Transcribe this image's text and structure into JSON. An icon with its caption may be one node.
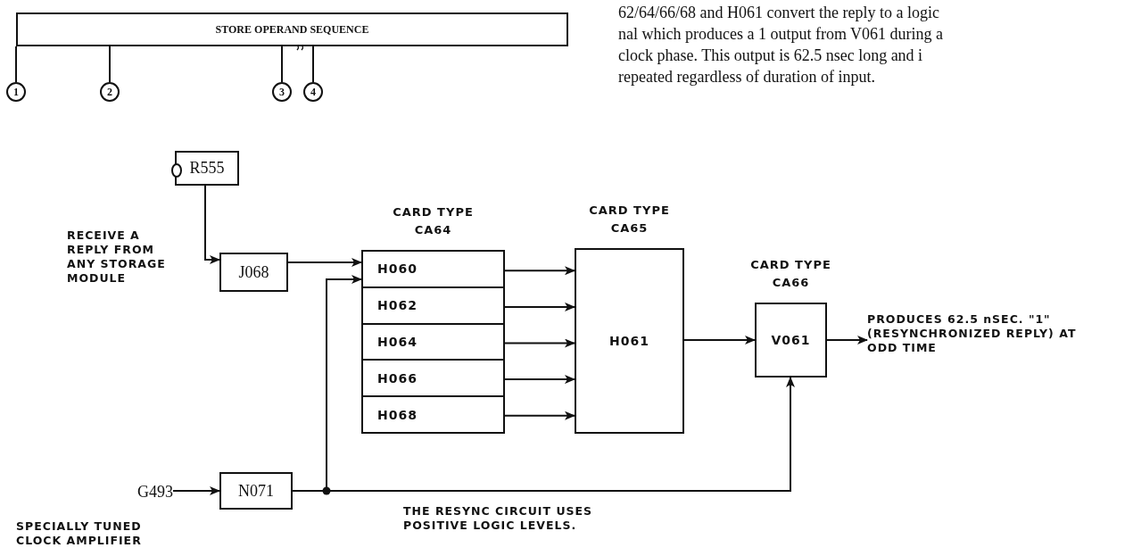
{
  "diagram": {
    "nodes": [
      {
        "text": [
          "STORE OPERAND SEQUENCE"
        ]
      },
      {
        "text": [
          "1"
        ]
      },
      {
        "text": [
          "2"
        ]
      },
      {
        "text": [
          "3"
        ]
      },
      {
        "text": [
          "4"
        ]
      },
      {
        "text": [
          "R555"
        ]
      },
      {
        "text": [
          "J068"
        ]
      },
      {
        "text": [
          "CARD TYPE CA64"
        ]
      },
      {
        "text": [
          "H060"
        ],
        "in": 7
      },
      {
        "text": [
          "H062"
        ],
        "in": 7
      },
      {
        "text": [
          "H064"
        ],
        "in": 7
      },
      {
        "text": [
          "H066"
        ],
        "in": 7
      },
      {
        "text": [
          "H068"
        ],
        "in": 7
      },
      {
        "text": [
          "CARD TYPE CA65",
          "H061"
        ]
      },
      {
        "text": [
          "CARD TYPE CA66",
          "V061"
        ]
      },
      {
        "text": [
          "N071"
        ]
      },
      {
        "text": [
          "G493"
        ]
      },
      {
        "text": [
          "PRODUCES 62.5 nSEC. \"1\" (RESYNCHRONIZED REPLY) AT ODD TIME"
        ]
      }
    ],
    "edges": [
      {
        "from": 0,
        "to": 1,
        "arrow": "none"
      },
      {
        "from": 0,
        "to": 2,
        "arrow": "none"
      },
      {
        "from": 0,
        "to": 3,
        "arrow": "none"
      },
      {
        "from": 0,
        "to": 4,
        "arrow": "none"
      },
      {
        "from": 5,
        "to": 6,
        "arrow": "to"
      },
      {
        "from": 6,
        "to": 8,
        "arrow": "to"
      },
      {
        "from": 15,
        "to": 8,
        "arrow": "to"
      },
      {
        "from": 8,
        "to": 13,
        "arrow": "to"
      },
      {
        "from": 9,
        "to": 13,
        "arrow": "to"
      },
      {
        "from": 10,
        "to": 13,
        "arrow": "to"
      },
      {
        "from": 11,
        "to": 13,
        "arrow": "to"
      },
      {
        "from": 12,
        "to": 13,
        "arrow": "to"
      },
      {
        "from": 13,
        "to": 14,
        "arrow": "to"
      },
      {
        "from": 14,
        "to": 17,
        "arrow": "to"
      },
      {
        "from": 15,
        "to": 14,
        "arrow": "to"
      },
      {
        "from": 16,
        "to": 15,
        "arrow": "to"
      }
    ],
    "labels": [
      "62/64/66/68 and H061 convert the reply to a logic",
      "nal which produces a 1 output from V061 during a",
      "clock phase.  This output is 62.5 nsec long and i",
      "repeated regardless of duration of input.",
      "RECEIVE A REPLY FROM ANY STORAGE MODULE",
      "SPECIALLY TUNED CLOCK AMPLIFIER",
      "THE RESYNC CIRCUIT USES POSITIVE LOGIC LEVELS."
    ]
  }
}
